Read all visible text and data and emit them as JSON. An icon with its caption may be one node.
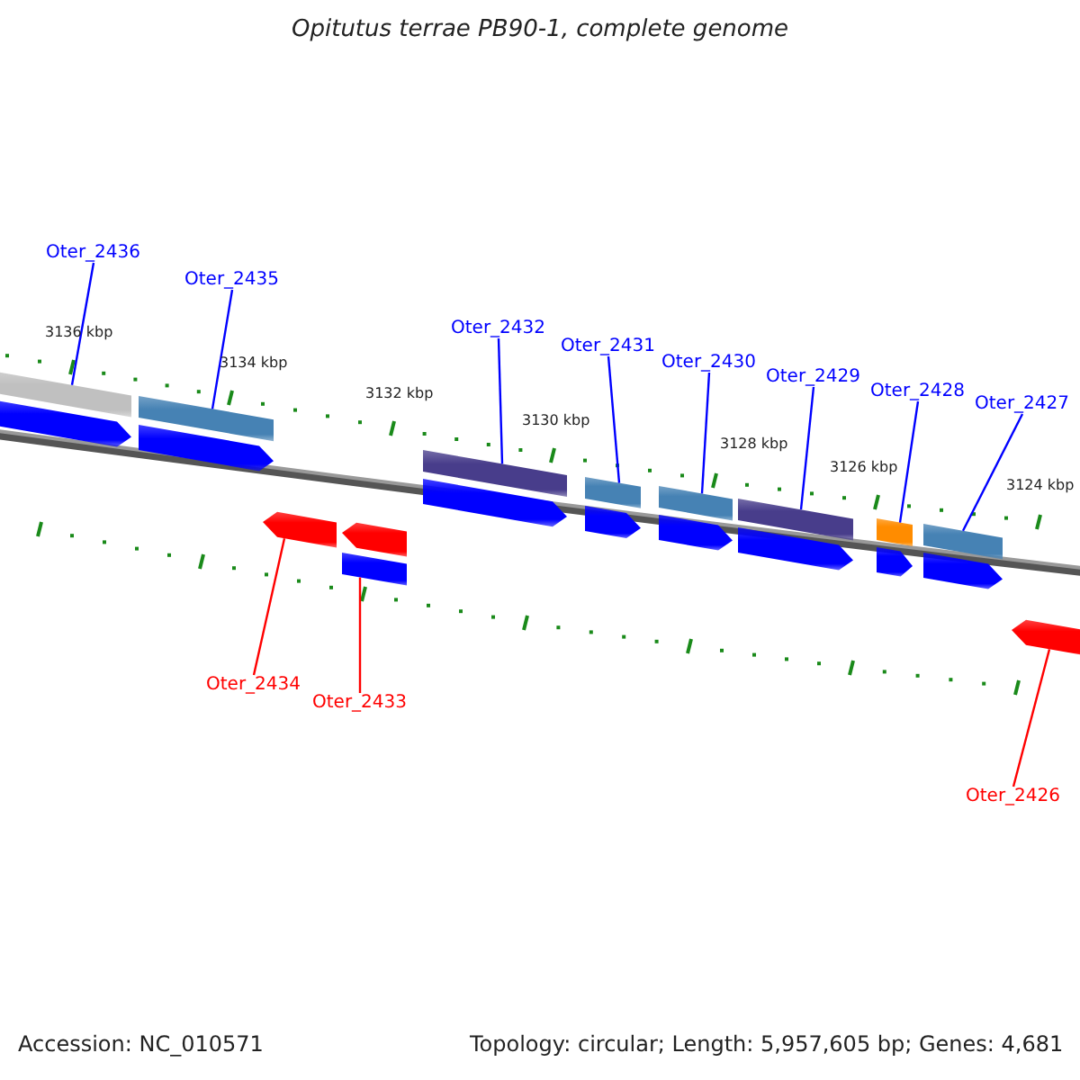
{
  "diagram": {
    "title": "Opitutus terrae PB90-1, complete genome",
    "nodes": [
      {
        "text": [
          "Oter_2436"
        ]
      },
      {
        "text": [
          "Oter_2435"
        ]
      },
      {
        "text": [
          "Oter_2432"
        ]
      },
      {
        "text": [
          "Oter_2431"
        ]
      },
      {
        "text": [
          "Oter_2430"
        ]
      },
      {
        "text": [
          "Oter_2429"
        ]
      },
      {
        "text": [
          "Oter_2428"
        ]
      },
      {
        "text": [
          "Oter_2427"
        ]
      },
      {
        "text": [
          "Oter_2434"
        ]
      },
      {
        "text": [
          "Oter_2433"
        ]
      },
      {
        "text": [
          "Oter_2426"
        ]
      },
      {
        "text": [],
        "shape": "arrow"
      },
      {
        "text": [],
        "shape": "arrow"
      },
      {
        "text": [],
        "shape": "arrow"
      },
      {
        "text": [],
        "shape": "arrow"
      },
      {
        "text": [],
        "shape": "arrow"
      },
      {
        "text": [],
        "shape": "arrow"
      },
      {
        "text": [],
        "shape": "arrow"
      },
      {
        "text": [],
        "shape": "arrow"
      },
      {
        "text": [],
        "shape": "arrow"
      },
      {
        "text": [],
        "shape": "arrow"
      },
      {
        "text": [],
        "shape": "arrow"
      }
    ],
    "edges": [
      {
        "from": 0,
        "to": 11,
        "arrow": "none"
      },
      {
        "from": 1,
        "to": 12,
        "arrow": "none"
      },
      {
        "from": 2,
        "to": 13,
        "arrow": "none"
      },
      {
        "from": 3,
        "to": 14,
        "arrow": "none"
      },
      {
        "from": 4,
        "to": 15,
        "arrow": "none"
      },
      {
        "from": 5,
        "to": 16,
        "arrow": "none"
      },
      {
        "from": 6,
        "to": 17,
        "arrow": "none"
      },
      {
        "from": 7,
        "to": 18,
        "arrow": "none"
      },
      {
        "from": 8,
        "to": 19,
        "arrow": "none",
        "color": "#ff0000"
      },
      {
        "from": 9,
        "to": 20,
        "arrow": "none",
        "color": "#ff0000"
      },
      {
        "from": 10,
        "to": 21,
        "arrow": "none",
        "color": "#ff0000"
      }
    ],
    "labels": [
      "3136 kbp",
      "3134 kbp",
      "3132 kbp",
      "3130 kbp",
      "3128 kbp",
      "3126 kbp",
      "3124 kbp",
      "Accession: NC_010571",
      "Topology: circular; Length: 5,957,605 bp; Genes: 4,681"
    ]
  }
}
